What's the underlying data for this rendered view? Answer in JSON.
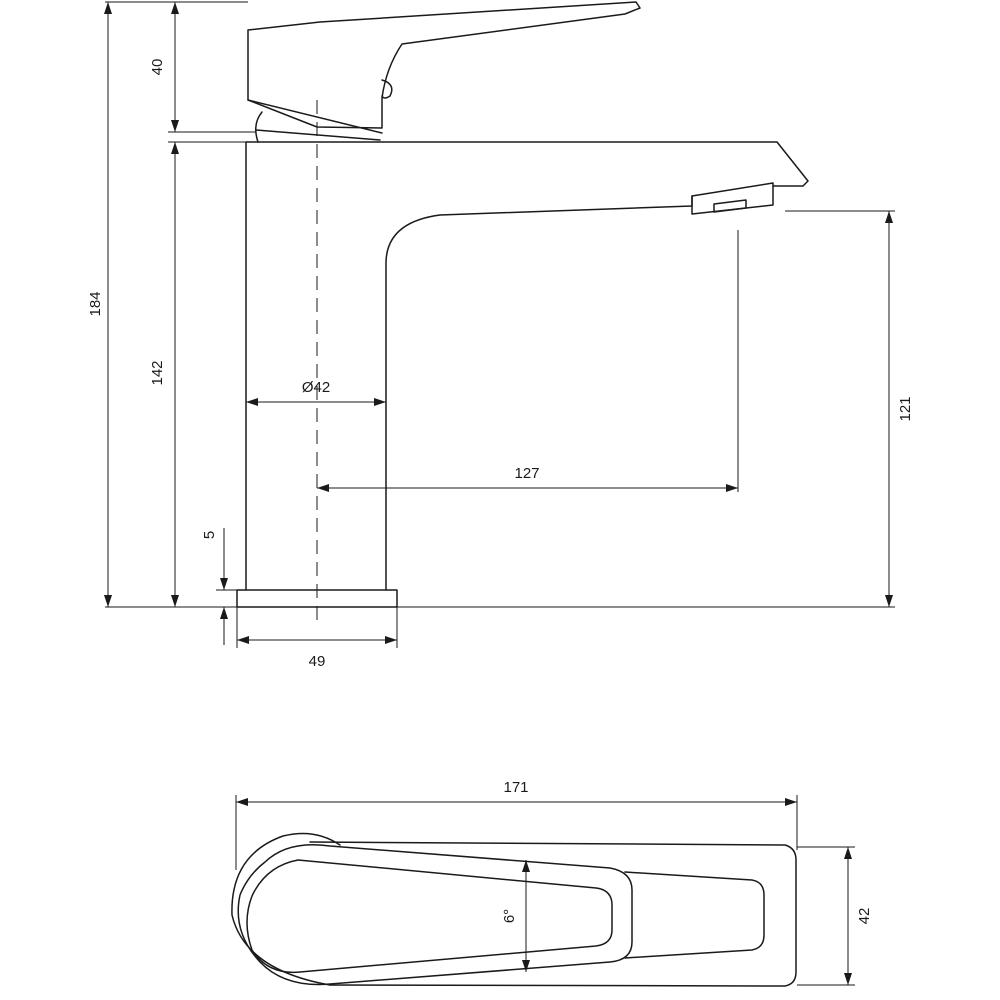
{
  "dimensions": {
    "total_height": "184",
    "handle_height": "40",
    "body_height": "142",
    "base_thickness": "5",
    "body_diameter": "Ø42",
    "spout_reach": "127",
    "spout_height": "121",
    "base_width": "49",
    "top_length": "171",
    "top_width": "42",
    "handle_angle": "6°"
  }
}
